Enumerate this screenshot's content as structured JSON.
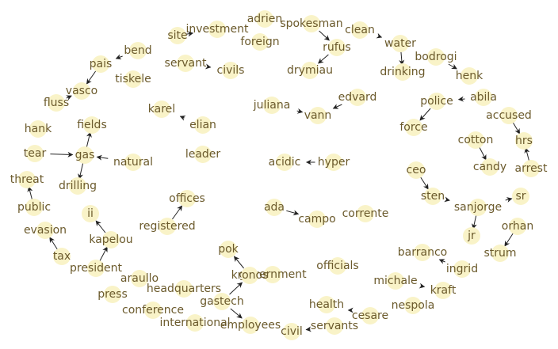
{
  "nodes": [
    {
      "id": "adrien",
      "label": "adrien"
    },
    {
      "id": "spokesman",
      "label": "spokesman"
    },
    {
      "id": "clean",
      "label": "clean"
    },
    {
      "id": "investment",
      "label": "investment"
    },
    {
      "id": "foreign",
      "label": "foreign"
    },
    {
      "id": "site",
      "label": "site"
    },
    {
      "id": "bend",
      "label": "bend"
    },
    {
      "id": "rufus",
      "label": "rufus"
    },
    {
      "id": "water",
      "label": "water"
    },
    {
      "id": "bodrogi",
      "label": "bodrogi"
    },
    {
      "id": "pais",
      "label": "pais"
    },
    {
      "id": "tiskele",
      "label": "tiskele"
    },
    {
      "id": "servant",
      "label": "servant"
    },
    {
      "id": "civils",
      "label": "civils"
    },
    {
      "id": "drymiau",
      "label": "drymiau"
    },
    {
      "id": "drinking",
      "label": "drinking"
    },
    {
      "id": "henk",
      "label": "henk"
    },
    {
      "id": "vasco",
      "label": "vasco"
    },
    {
      "id": "edvard",
      "label": "edvard"
    },
    {
      "id": "fluss",
      "label": "fluss"
    },
    {
      "id": "karel",
      "label": "karel"
    },
    {
      "id": "juliana",
      "label": "juliana"
    },
    {
      "id": "vann",
      "label": "vann"
    },
    {
      "id": "police",
      "label": "police"
    },
    {
      "id": "abila",
      "label": "abila"
    },
    {
      "id": "accused",
      "label": "accused"
    },
    {
      "id": "elian",
      "label": "elian"
    },
    {
      "id": "hank",
      "label": "hank"
    },
    {
      "id": "fields",
      "label": "fields"
    },
    {
      "id": "force",
      "label": "force"
    },
    {
      "id": "cotton",
      "label": "cotton"
    },
    {
      "id": "hrs",
      "label": "hrs"
    },
    {
      "id": "tear",
      "label": "tear"
    },
    {
      "id": "gas",
      "label": "gas"
    },
    {
      "id": "natural",
      "label": "natural"
    },
    {
      "id": "leader",
      "label": "leader"
    },
    {
      "id": "acidic",
      "label": "acidic"
    },
    {
      "id": "hyper",
      "label": "hyper"
    },
    {
      "id": "candy",
      "label": "candy"
    },
    {
      "id": "arrest",
      "label": "arrest"
    },
    {
      "id": "ceo",
      "label": "ceo"
    },
    {
      "id": "threat",
      "label": "threat"
    },
    {
      "id": "drilling",
      "label": "drilling"
    },
    {
      "id": "sten",
      "label": "sten"
    },
    {
      "id": "sr",
      "label": "sr"
    },
    {
      "id": "offices",
      "label": "offices"
    },
    {
      "id": "public",
      "label": "public"
    },
    {
      "id": "ada",
      "label": "ada"
    },
    {
      "id": "sanjorge",
      "label": "sanjorge"
    },
    {
      "id": "ii",
      "label": "ii"
    },
    {
      "id": "corrente",
      "label": "corrente"
    },
    {
      "id": "campo",
      "label": "campo"
    },
    {
      "id": "registered",
      "label": "registered"
    },
    {
      "id": "orhan",
      "label": "orhan"
    },
    {
      "id": "evasion",
      "label": "evasion"
    },
    {
      "id": "jr",
      "label": "jr"
    },
    {
      "id": "kapelou",
      "label": "kapelou"
    },
    {
      "id": "pok",
      "label": "pok"
    },
    {
      "id": "barranco",
      "label": "barranco"
    },
    {
      "id": "strum",
      "label": "strum"
    },
    {
      "id": "tax",
      "label": "tax"
    },
    {
      "id": "officials",
      "label": "officials"
    },
    {
      "id": "president",
      "label": "president"
    },
    {
      "id": "ingrid",
      "label": "ingrid"
    },
    {
      "id": "government",
      "label": "government"
    },
    {
      "id": "kronos",
      "label": "kronos"
    },
    {
      "id": "araullo",
      "label": "araullo"
    },
    {
      "id": "michale",
      "label": "michale"
    },
    {
      "id": "headquarters",
      "label": "headquarters"
    },
    {
      "id": "kraft",
      "label": "kraft"
    },
    {
      "id": "press",
      "label": "press"
    },
    {
      "id": "gastech",
      "label": "gastech"
    },
    {
      "id": "health",
      "label": "health"
    },
    {
      "id": "nespola",
      "label": "nespola"
    },
    {
      "id": "conference",
      "label": "conference"
    },
    {
      "id": "cesare",
      "label": "cesare"
    },
    {
      "id": "international",
      "label": "international"
    },
    {
      "id": "employees",
      "label": "employees"
    },
    {
      "id": "civil",
      "label": "civil"
    },
    {
      "id": "servants",
      "label": "servants"
    }
  ],
  "edges": [
    [
      "investment",
      "site"
    ],
    [
      "spokesman",
      "rufus"
    ],
    [
      "clean",
      "water"
    ],
    [
      "bend",
      "pais"
    ],
    [
      "rufus",
      "drymiau"
    ],
    [
      "water",
      "drinking"
    ],
    [
      "civils",
      "servant"
    ],
    [
      "pais",
      "vasco"
    ],
    [
      "vasco",
      "fluss"
    ],
    [
      "bodrogi",
      "henk"
    ],
    [
      "juliana",
      "vann"
    ],
    [
      "edvard",
      "vann"
    ],
    [
      "elian",
      "karel"
    ],
    [
      "abila",
      "police"
    ],
    [
      "police",
      "force"
    ],
    [
      "accused",
      "hrs"
    ],
    [
      "gas",
      "fields"
    ],
    [
      "tear",
      "gas"
    ],
    [
      "natural",
      "gas"
    ],
    [
      "gas",
      "drilling"
    ],
    [
      "hyper",
      "acidic"
    ],
    [
      "cotton",
      "candy"
    ],
    [
      "arrest",
      "hrs"
    ],
    [
      "ceo",
      "sten"
    ],
    [
      "sten",
      "sanjorge"
    ],
    [
      "sanjorge",
      "sr"
    ],
    [
      "sanjorge",
      "jr"
    ],
    [
      "public",
      "threat"
    ],
    [
      "registered",
      "offices"
    ],
    [
      "ada",
      "campo"
    ],
    [
      "kapelou",
      "ii"
    ],
    [
      "orhan",
      "strum"
    ],
    [
      "tax",
      "evasion"
    ],
    [
      "president",
      "kapelou"
    ],
    [
      "ingrid",
      "barranco"
    ],
    [
      "kronos",
      "pok"
    ],
    [
      "gastech",
      "kronos"
    ],
    [
      "michale",
      "kraft"
    ],
    [
      "gastech",
      "employees"
    ],
    [
      "health",
      "cesare"
    ],
    [
      "civil",
      "servants"
    ]
  ]
}
